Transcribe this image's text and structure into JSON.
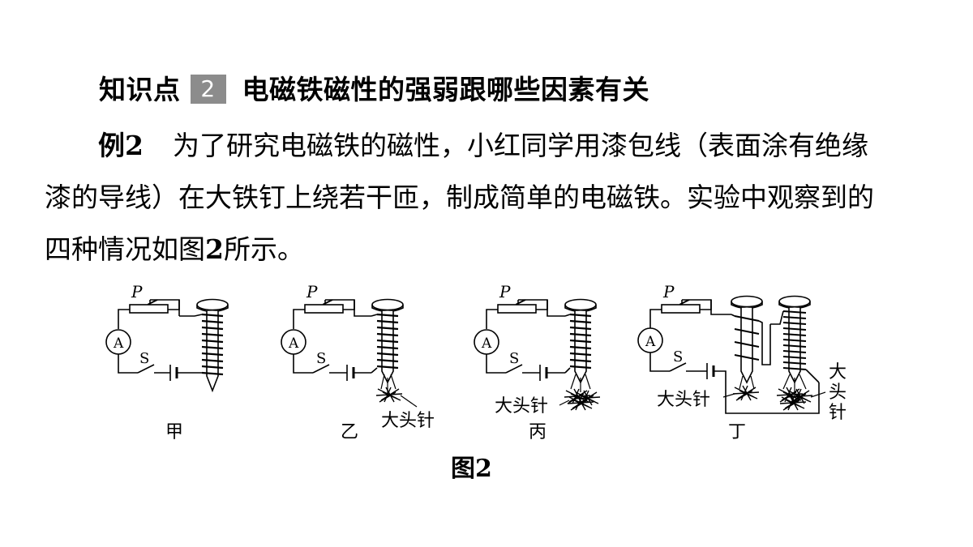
{
  "heading": {
    "label": "知识点",
    "number": "2",
    "title": "电磁铁磁性的强弱跟哪些因素有关"
  },
  "problem": {
    "example_label": "例2",
    "line1": "为了研究电磁铁的磁性，小红同学用漆包线（表面涂有绝缘",
    "line2": "漆的导线）在大铁钉上绕若干匝，制成简单的电磁铁。实验中观察到的",
    "line3_pre": "四种情况如图",
    "line3_num": "2",
    "line3_post": "所示。"
  },
  "figure": {
    "caption": "图2",
    "symbols": {
      "slider": "P",
      "ammeter": "A",
      "switch": "S"
    },
    "pin_label": "大头针",
    "pin_label_vertical": [
      "大",
      "头",
      "针"
    ],
    "panels": [
      "甲",
      "乙",
      "丙",
      "丁"
    ]
  }
}
